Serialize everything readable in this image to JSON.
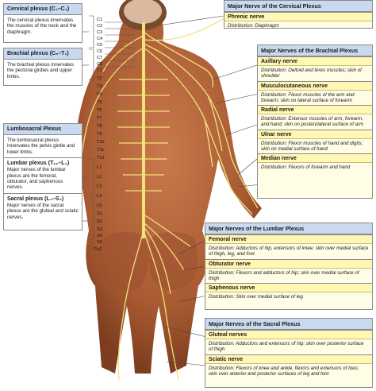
{
  "left_boxes": {
    "cervical": {
      "title": "Cervical plexus (C₁–C₄)",
      "text": "The cervical plexus innervates the muscles of the neck and the diaphragm."
    },
    "brachial": {
      "title": "Brachial plexus (C₅–T₁)",
      "text": "The brachial plexus innervates the pectoral girdles and upper limbs."
    },
    "lumbosacral": {
      "title": "Lumbosacral Plexus",
      "text": "The lumbosacral plexus innervates the pelvic girdle and lower limbs."
    },
    "lumbar": {
      "title": "Lumbar plexus (T₁₂–L₄)",
      "text": "Major nerves of the lumbar plexus are the femoral, obturator, and saphenous nerves."
    },
    "sacral": {
      "title": "Sacral plexus (L₄–S₄)",
      "text": "Major nerves of the sacral plexus are the gluteal and sciatic nerves."
    }
  },
  "right_boxes": {
    "cervical": {
      "header": "Major Nerve of the Cervical Plexus",
      "nerves": [
        {
          "name": "Phrenic nerve",
          "distribution": "Distribution: Diaphragm"
        }
      ]
    },
    "brachial": {
      "header": "Major Nerves of the Brachial Plexus",
      "nerves": [
        {
          "name": "Axillary nerve",
          "distribution": "Distribution: Deltoid and teres muscles; skin of shoulder"
        },
        {
          "name": "Musculocutaneous nerve",
          "distribution": "Distribution: Flexor muscles of the arm and forearm; skin on lateral surface of forearm"
        },
        {
          "name": "Radial nerve",
          "distribution": "Distribution: Extensor muscles of arm, forearm, and hand; skin on posterolateral surface of arm"
        },
        {
          "name": "Ulnar nerve",
          "distribution": "Distribution: Flexor muscles of hand and digits; skin on medial surface of hand"
        },
        {
          "name": "Median nerve",
          "distribution": "Distribution: Flexors of forearm and hand"
        }
      ]
    },
    "lumbar": {
      "header": "Major Nerves of the Lumbar Plexus",
      "nerves": [
        {
          "name": "Femoral nerve",
          "distribution": "Distribution: Adductors of hip, extensors of knee; skin over medial surface of thigh, leg, and foot"
        },
        {
          "name": "Obturator nerve",
          "distribution": "Distribution: Flexors and adductors of hip; skin over medial surface of thigh"
        },
        {
          "name": "Saphenous nerve",
          "distribution": "Distribution: Skin over medial surface of leg"
        }
      ]
    },
    "sacral": {
      "header": "Major Nerves of the Sacral Plexus",
      "nerves": [
        {
          "name": "Gluteal nerves",
          "distribution": "Distribution: Adductors and extensors of hip; skin over posterior surface of thigh"
        },
        {
          "name": "Sciatic nerve",
          "distribution": "Distribution: Flexors of knee and ankle, flexors and extensors of toes; skin over anterior and posterior surfaces of leg and foot"
        }
      ]
    }
  },
  "spinal_labels": [
    "C1",
    "C2",
    "C3",
    "C4",
    "C5",
    "C6",
    "C7",
    "C8",
    "T1",
    "T2",
    "T3",
    "T4",
    "T5",
    "T6",
    "T7",
    "T8",
    "T9",
    "T10",
    "T11",
    "T12",
    "L1",
    "L2",
    "L3",
    "L4",
    "L5",
    "S1",
    "S2",
    "S3",
    "S4",
    "S5",
    "Co1"
  ],
  "colors": {
    "skin": "#b8683e",
    "nerve": "#f2e27a",
    "header": "#c9d9ef",
    "box": "#fffde6"
  }
}
